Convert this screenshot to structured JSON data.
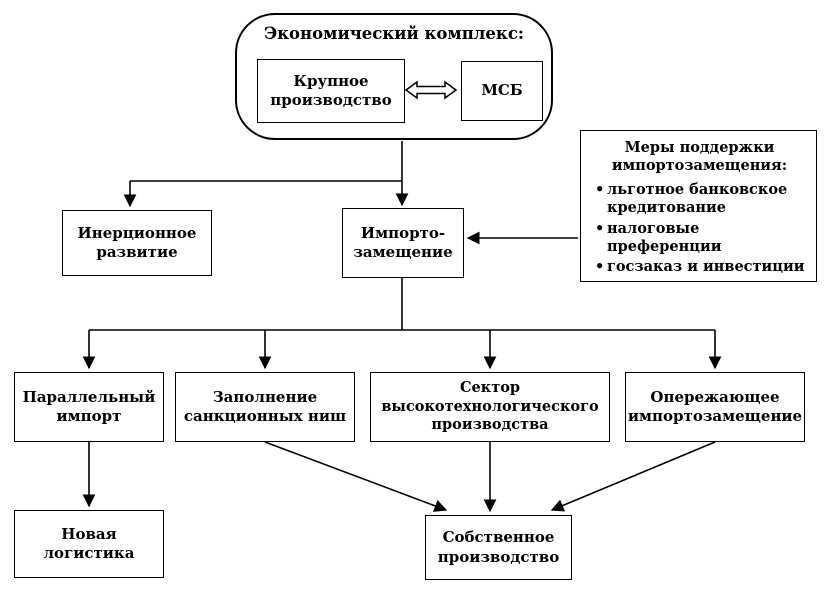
{
  "complex": {
    "title": "Экономический комплекс:",
    "large_production": "Крупное\nпроизводство",
    "msb": "МСБ"
  },
  "nodes": {
    "inertial": "Инерционное\nразвитие",
    "import_substitution": "Импорто-\nзамещение",
    "parallel_import": "Параллельный\nимпорт",
    "sanction_niches": "Заполнение\nсанкционных ниш",
    "hightech": "Сектор\nвысокотехнологического\nпроизводства",
    "advanced": "Опережающее\nимпортозамещение",
    "logistics": "Новая\nлогистика",
    "own_production": "Собственное\nпроизводство"
  },
  "support": {
    "title": "Меры поддержки\nимпортозамещения:",
    "items": [
      "льготное банковское кредитование",
      "налоговые преференции",
      "госзаказ и инвестиции"
    ]
  }
}
